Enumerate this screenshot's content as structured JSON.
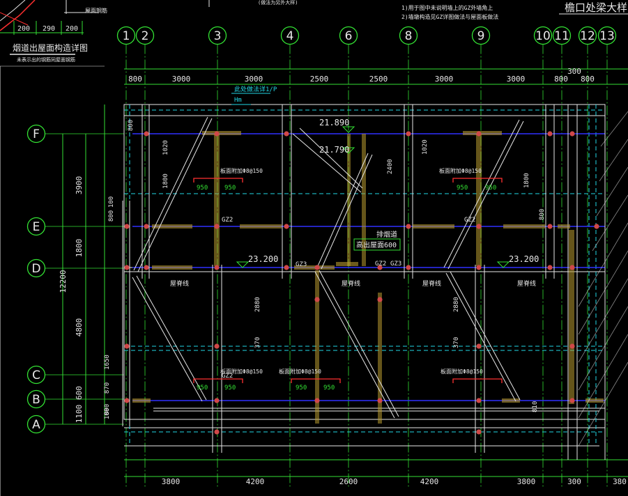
{
  "top_notes": {
    "detail_title": "烟道出屋面构造详图",
    "detail_subtitle": "未表示出的钢筋同屋面钢筋",
    "dim_200a": "200",
    "dim_290": "290",
    "dim_200b": "200",
    "roof_label": "屋面钢筋",
    "note1": "1)用于图中未说明墙上的GZ外墙角上",
    "note2": "2)墙墩构造见GZ详图做法与屋面板做法",
    "title_right": "檐口处梁大样",
    "title_note_mid": "(做法为另外大样)"
  },
  "axes_top": [
    "1",
    "2",
    "3",
    "4",
    "6",
    "8",
    "9",
    "10",
    "11",
    "12",
    "13"
  ],
  "axes_left": [
    "F",
    "E",
    "D",
    "C",
    "B",
    "A"
  ],
  "top_dims": [
    "800",
    "3000",
    "3000",
    "2500",
    "2500",
    "3000",
    "3000",
    "800",
    "800",
    "300"
  ],
  "bottom_dims": [
    "3800",
    "4200",
    "2600",
    "4200",
    "3800",
    "300",
    "380"
  ],
  "left_outer_dims": [
    "3900",
    "1800",
    "12200",
    "4800",
    "600",
    "1100"
  ],
  "left_inner_dims": [
    "800",
    "1020",
    "1800",
    "800",
    "100",
    "1650",
    "870",
    "800",
    "100"
  ],
  "annotations": {
    "elev_1": "21.890",
    "elev_2": "21.790",
    "elev_3": "23.200",
    "elev_4": "23.200",
    "gz1": "GZ2",
    "gz2": "GZ3",
    "gz3": "GZ2",
    "gz4": "GZ3",
    "gz5": "GZ2",
    "gz6": "GZ2",
    "vent": "排烟道",
    "vent_height": "高出屋面600",
    "slab_label_1": "板面附加Φ8@150",
    "slab_label_2": "板面附加Φ8@150",
    "slab_label_3": "板面附加Φ8@150",
    "slab_label_4": "板面附加Φ8@150",
    "slab_label_5": "板面附加Φ8@150",
    "r950a": "950",
    "r950b": "950",
    "r950c": "950",
    "r950d": "950",
    "r950e": "950",
    "r950f": "950",
    "r950g": "950",
    "r950h": "950",
    "cyan_note": "此处做法详1/P",
    "cyan_h": "Hm",
    "eave_1": "屋脊线",
    "eave_2": "屋脊线",
    "eave_3": "屋脊线",
    "eave_4": "屋脊线",
    "dim_2400": "2400",
    "dim_2880a": "2880",
    "dim_2880b": "2880",
    "dim_370a": "370",
    "dim_370b": "370",
    "dim_810": "810",
    "dim_1020b": "1020",
    "dim_1800b": "1800",
    "dim_800b": "800"
  }
}
